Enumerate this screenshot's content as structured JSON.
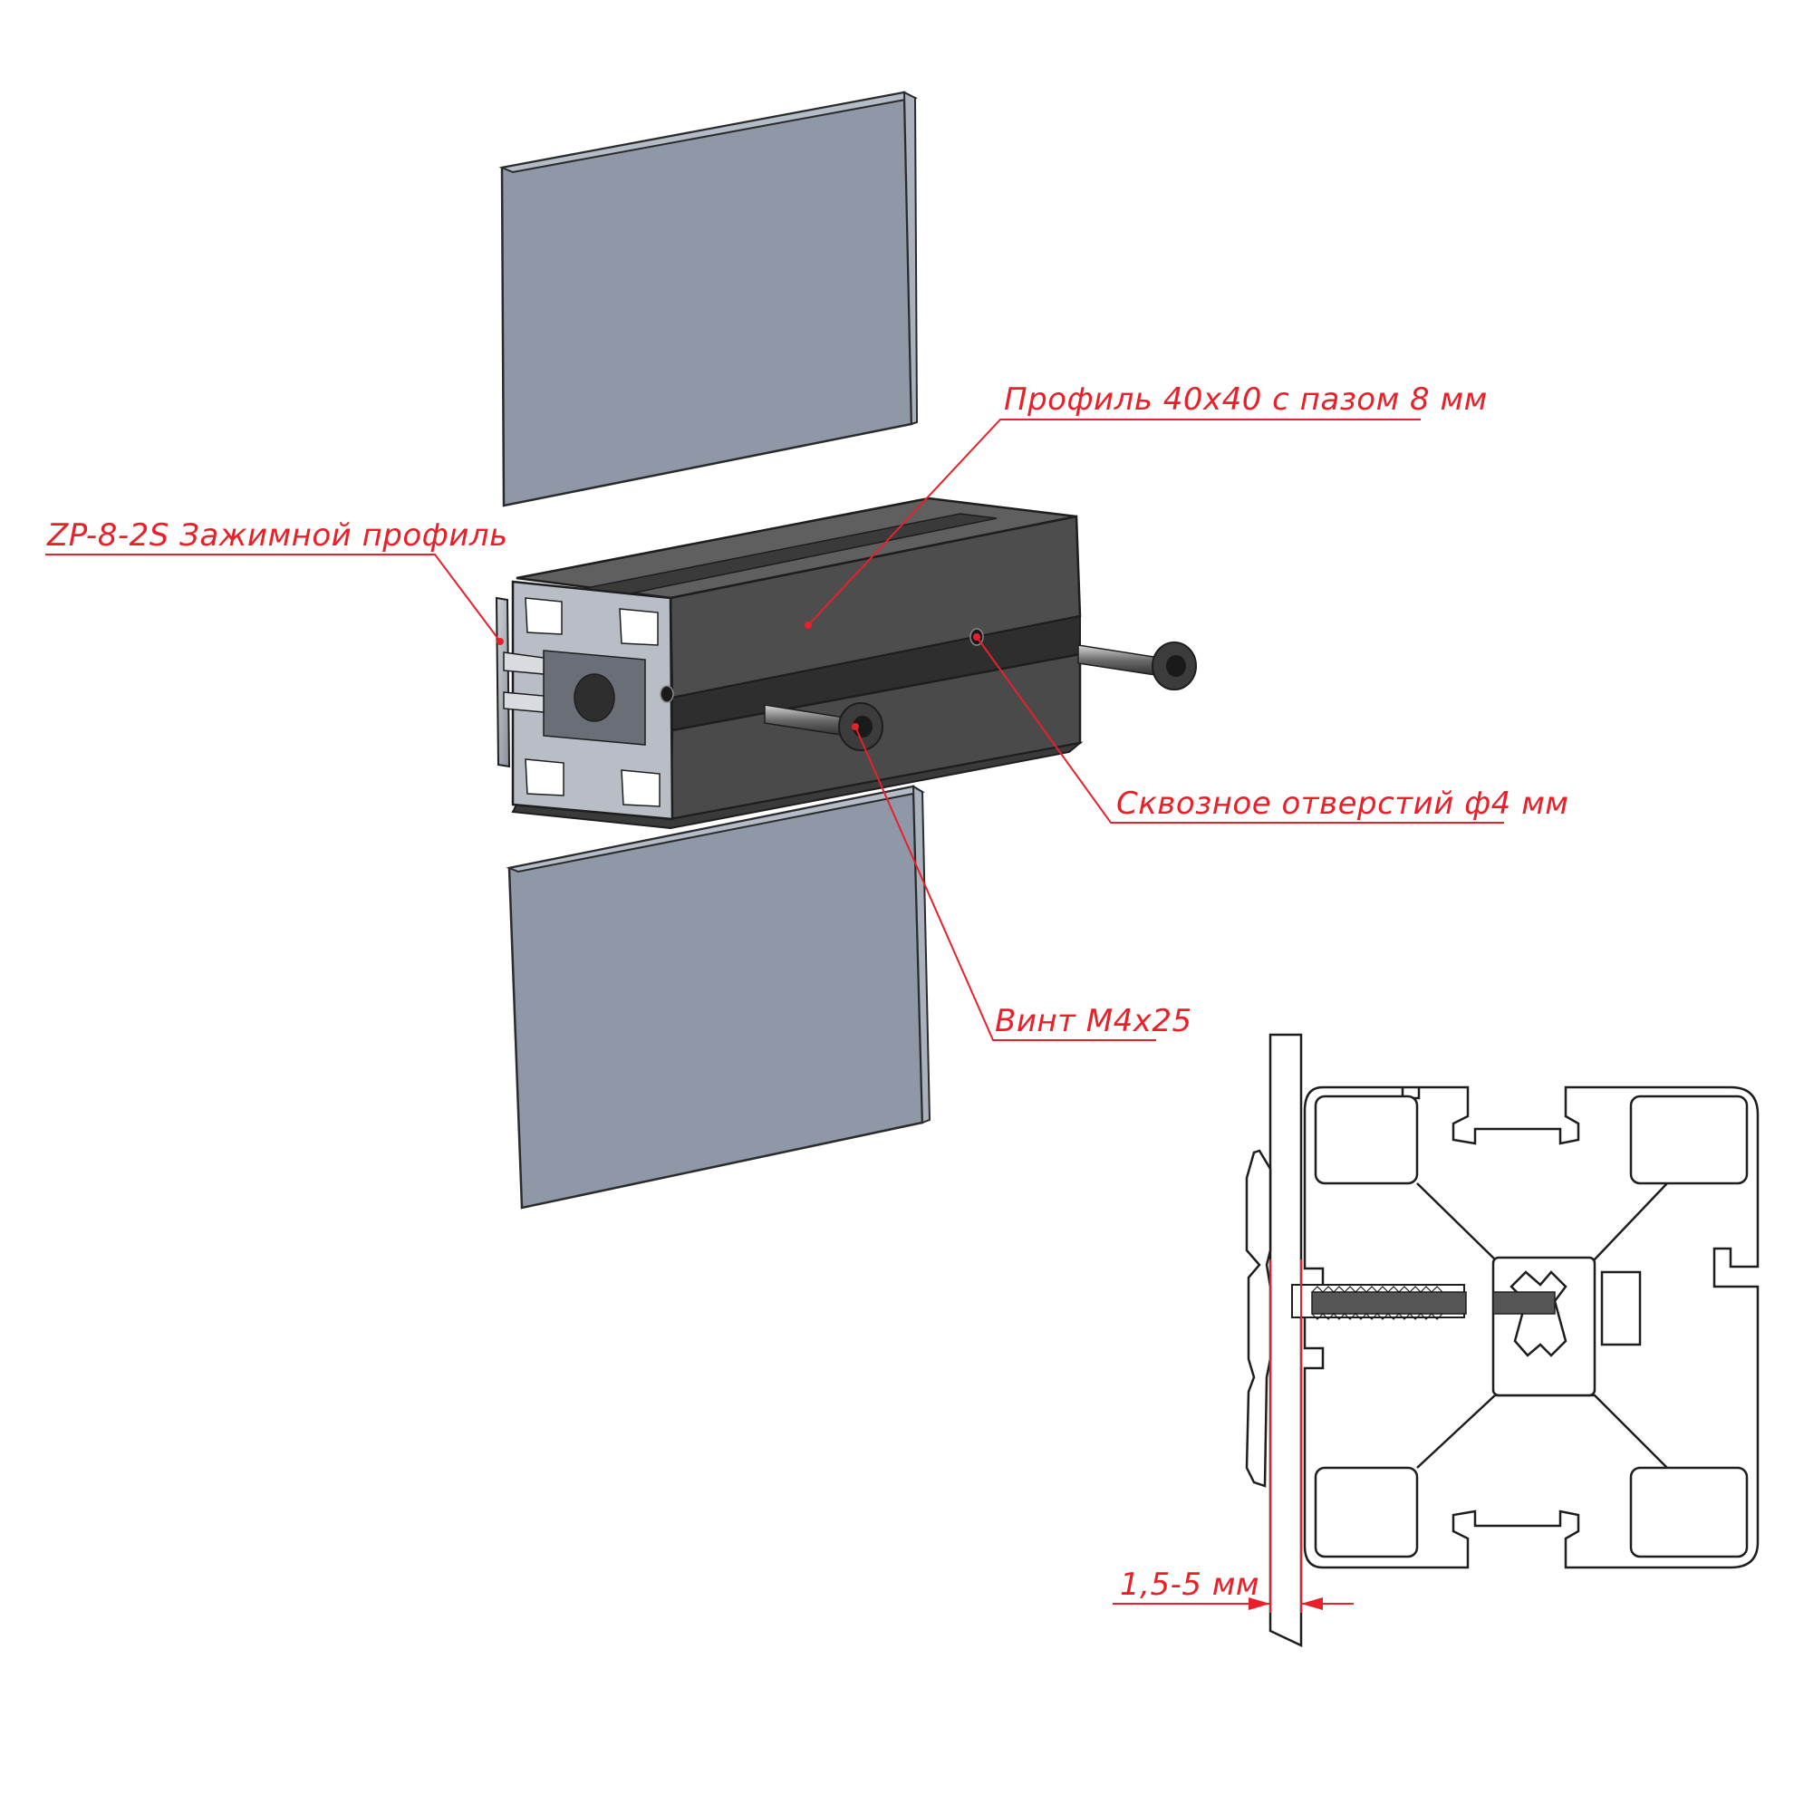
{
  "labels": {
    "profile": "Профиль 40x40 с пазом 8 мм",
    "clamp": "ZP-8-2S Зажимной профиль",
    "hole": "Сквозное отверстий ф4 мм",
    "screw": "Винт М4х25",
    "gap": "1,5-5 мм"
  },
  "colors": {
    "accent": "#e8202a",
    "panel": "#8e98a6",
    "profile": "#4b4b4b",
    "line": "#2b2b2b"
  }
}
